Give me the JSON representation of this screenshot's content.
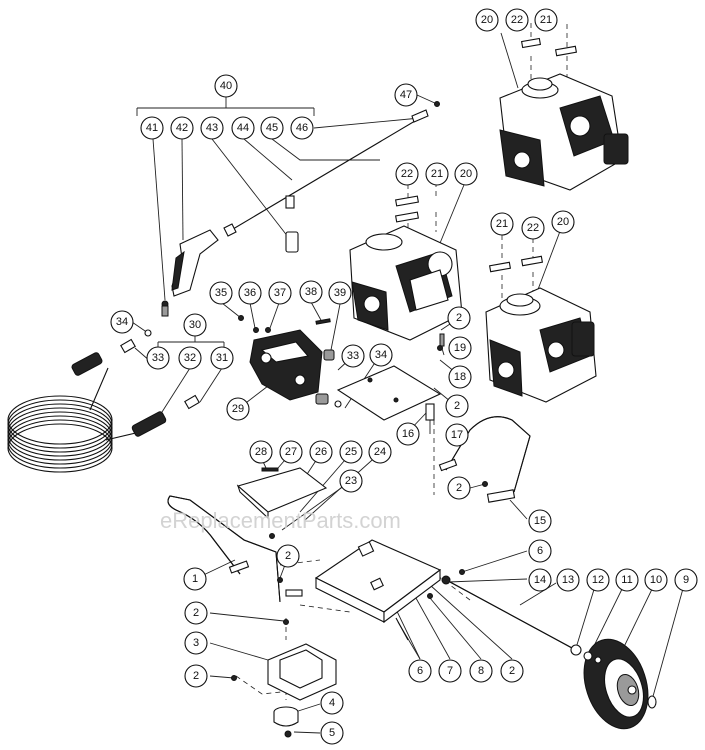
{
  "watermark": "eReplacementParts.com",
  "callouts": [
    {
      "id": "c40",
      "label": "40"
    },
    {
      "id": "c41",
      "label": "41"
    },
    {
      "id": "c42",
      "label": "42"
    },
    {
      "id": "c43",
      "label": "43"
    },
    {
      "id": "c44",
      "label": "44"
    },
    {
      "id": "c45",
      "label": "45"
    },
    {
      "id": "c46",
      "label": "46"
    },
    {
      "id": "c47",
      "label": "47"
    },
    {
      "id": "c20a",
      "label": "20"
    },
    {
      "id": "c22a",
      "label": "22"
    },
    {
      "id": "c21a",
      "label": "21"
    },
    {
      "id": "c22b",
      "label": "22"
    },
    {
      "id": "c21b",
      "label": "21"
    },
    {
      "id": "c20b",
      "label": "20"
    },
    {
      "id": "c21c",
      "label": "21"
    },
    {
      "id": "c22c",
      "label": "22"
    },
    {
      "id": "c20c",
      "label": "20"
    },
    {
      "id": "c35",
      "label": "35"
    },
    {
      "id": "c36",
      "label": "36"
    },
    {
      "id": "c37",
      "label": "37"
    },
    {
      "id": "c38",
      "label": "38"
    },
    {
      "id": "c39",
      "label": "39"
    },
    {
      "id": "c34a",
      "label": "34"
    },
    {
      "id": "c30",
      "label": "30"
    },
    {
      "id": "c33a",
      "label": "33"
    },
    {
      "id": "c32",
      "label": "32"
    },
    {
      "id": "c31",
      "label": "31"
    },
    {
      "id": "c2a",
      "label": "2"
    },
    {
      "id": "c19",
      "label": "19"
    },
    {
      "id": "c18",
      "label": "18"
    },
    {
      "id": "c33b",
      "label": "33"
    },
    {
      "id": "c34b",
      "label": "34"
    },
    {
      "id": "c29",
      "label": "29"
    },
    {
      "id": "c2b",
      "label": "2"
    },
    {
      "id": "c16",
      "label": "16"
    },
    {
      "id": "c17",
      "label": "17"
    },
    {
      "id": "c28",
      "label": "28"
    },
    {
      "id": "c27",
      "label": "27"
    },
    {
      "id": "c26",
      "label": "26"
    },
    {
      "id": "c25",
      "label": "25"
    },
    {
      "id": "c24",
      "label": "24"
    },
    {
      "id": "c23",
      "label": "23"
    },
    {
      "id": "c2c",
      "label": "2"
    },
    {
      "id": "c15",
      "label": "15"
    },
    {
      "id": "c2d",
      "label": "2"
    },
    {
      "id": "c1",
      "label": "1"
    },
    {
      "id": "c6a",
      "label": "6"
    },
    {
      "id": "c14",
      "label": "14"
    },
    {
      "id": "c13",
      "label": "13"
    },
    {
      "id": "c12",
      "label": "12"
    },
    {
      "id": "c11",
      "label": "11"
    },
    {
      "id": "c10",
      "label": "10"
    },
    {
      "id": "c9",
      "label": "9"
    },
    {
      "id": "c2e",
      "label": "2"
    },
    {
      "id": "c3",
      "label": "3"
    },
    {
      "id": "c2f",
      "label": "2"
    },
    {
      "id": "c4",
      "label": "4"
    },
    {
      "id": "c5",
      "label": "5"
    },
    {
      "id": "c6b",
      "label": "6"
    },
    {
      "id": "c7",
      "label": "7"
    },
    {
      "id": "c8",
      "label": "8"
    },
    {
      "id": "c2g",
      "label": "2"
    }
  ]
}
